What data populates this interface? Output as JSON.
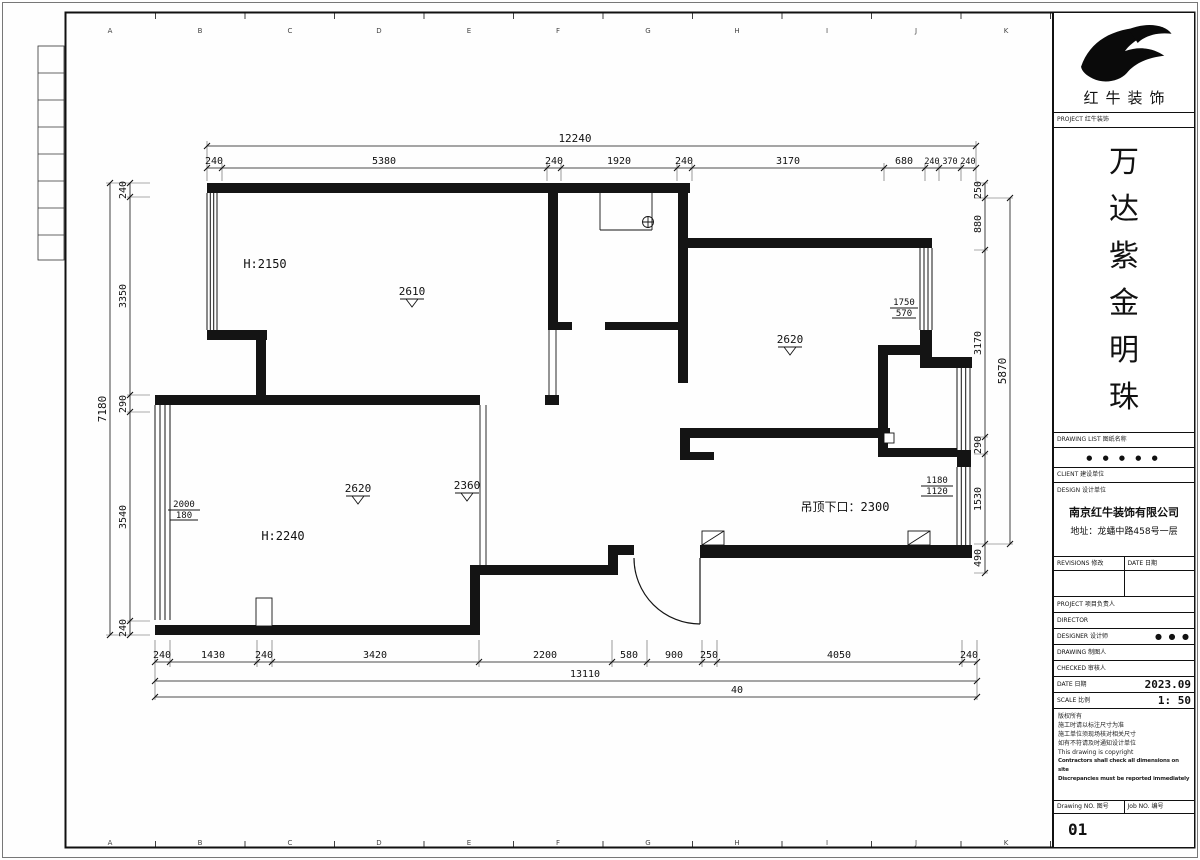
{
  "ruler": {
    "letters": [
      "A",
      "B",
      "C",
      "D",
      "E",
      "F",
      "G",
      "H",
      "I",
      "J",
      "K"
    ]
  },
  "plan": {
    "total_top": "12240",
    "dims_top": [
      "240",
      "5380",
      "240",
      "1920",
      "240",
      "3170",
      "680",
      "240",
      "370",
      "240"
    ],
    "total_left": "7180",
    "dims_left": [
      "240",
      "3350",
      "290",
      "3540",
      "240"
    ],
    "total_right": "5870",
    "dims_right": [
      "250",
      "880",
      "3170",
      "290",
      "1530",
      "490"
    ],
    "total_bottom": "13110",
    "dims_bottom": [
      "240",
      "1430",
      "240",
      "3420",
      "2200",
      "580",
      "900",
      "250",
      "4050",
      "240"
    ],
    "extra_bottom": "40",
    "labels": {
      "room_a_height": "H:2150",
      "room_a_level": "2610",
      "room_b_level": "2620",
      "room_b_level2": "2360",
      "room_b_height": "H:2240",
      "room_b_dim_top": "2000",
      "room_b_dim_bottom": "180",
      "room_c_level": "2620",
      "room_c_dim_top": "1750",
      "room_c_dim_bottom": "570",
      "balcony_dim_top": "1180",
      "balcony_dim_bottom": "1120",
      "ceiling_note": "吊顶下口：2300"
    }
  },
  "titleblock": {
    "company": "红牛装饰",
    "company_sub": "PROJECT 红牛装饰",
    "project_title": [
      "万",
      "达",
      "紫",
      "金",
      "明",
      "珠"
    ],
    "drawing_list_label": "DRAWING LIST 图纸名称",
    "dots": "● ● ● ● ●",
    "client_label": "CLIENT 建设单位",
    "design_label": "DESIGN 设计单位",
    "firm_name": "南京红牛装饰有限公司",
    "firm_address": "地址：龙蟠中路458号一层",
    "revisions_label": "REVISIONS 修改",
    "date_col_label": "DATE 日期",
    "project_leader_label": "PROJECT 项目负责人",
    "director_label": "DIRECTOR",
    "designer_label": "DESIGNER 设计师",
    "designer_value": "● ● ●",
    "drawing_label": "DRAWING 制图人",
    "checked_label": "CHECKED 审核人",
    "date_label": "DATE 日期",
    "date_value": "2023.09",
    "scale_label": "SCALE 比例",
    "scale_value": "1: 50",
    "copyright_cn": [
      "版权所有",
      "施工时请以标注尺寸为准",
      "施工单位须现场核对相关尺寸",
      "如有不符请及时通知设计单位"
    ],
    "copyright_en": [
      "This drawing is copyright",
      "Contractors shall check all dimensions on site",
      "Discrepancies must be reported immediately"
    ],
    "drawing_no_label": "Drawing NO. 图号",
    "job_no_label": "Job NO. 编号",
    "drawing_no": "01"
  }
}
